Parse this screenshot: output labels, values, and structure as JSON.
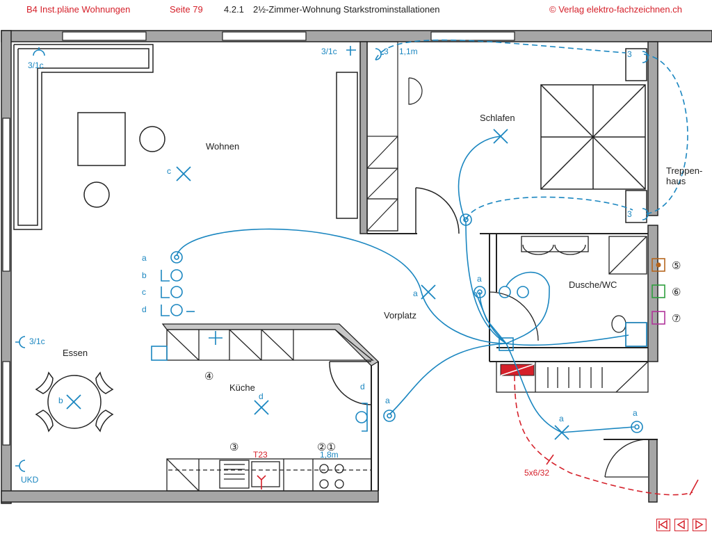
{
  "header": {
    "book": "B4 Inst.pläne Wohnungen",
    "page": "Seite 79",
    "section": "4.2.1",
    "title": "2½-Zimmer-Wohnung   Starkstrominstallationen",
    "copyright": "© Verlag elektro-fachzeichnen.ch"
  },
  "rooms": {
    "wohnen": "Wohnen",
    "schlafen": "Schlafen",
    "treppenhaus_1": "Treppen-",
    "treppenhaus_2": "haus",
    "dusche": "Dusche/WC",
    "vorplatz": "Vorplatz",
    "essen": "Essen",
    "kueche": "Küche"
  },
  "labels": {
    "l_31c_top": "3/1c",
    "l_31c_entry": "3/1c",
    "l_31c_essen": "3/1c",
    "l_3_a": "3",
    "l_3_b": "3",
    "l_3_c": "3",
    "l_11m": "1,1m",
    "l_c": "c",
    "l_a1": "a",
    "l_b1": "b",
    "l_c1": "c",
    "l_d1": "d",
    "l_a_vor": "a",
    "l_a_dusch": "a",
    "l_b_essen": "b",
    "l_d_kue": "d",
    "l_d_door": "d",
    "l_a_kue": "a",
    "l_a_storage": "a",
    "l_a_storage2": "a",
    "l_ukd": "UKD",
    "l_t23": "T23",
    "l_18m": "1,8m",
    "l_5x632": "5x6/32",
    "l_num3": "③",
    "l_num21": "②①",
    "l_num4": "④",
    "l_num5": "⑤",
    "l_num6": "⑥",
    "l_num7": "⑦"
  },
  "colors": {
    "wall": "#9a9a9a",
    "line": "#222222",
    "install": "#1a86c0",
    "feed": "#d5202a",
    "legend5": "#b5651d",
    "legend6": "#2e9e3e",
    "legend7": "#b0339a"
  },
  "nav": {
    "first": "first-page",
    "prev": "previous-page",
    "next": "next-page"
  }
}
